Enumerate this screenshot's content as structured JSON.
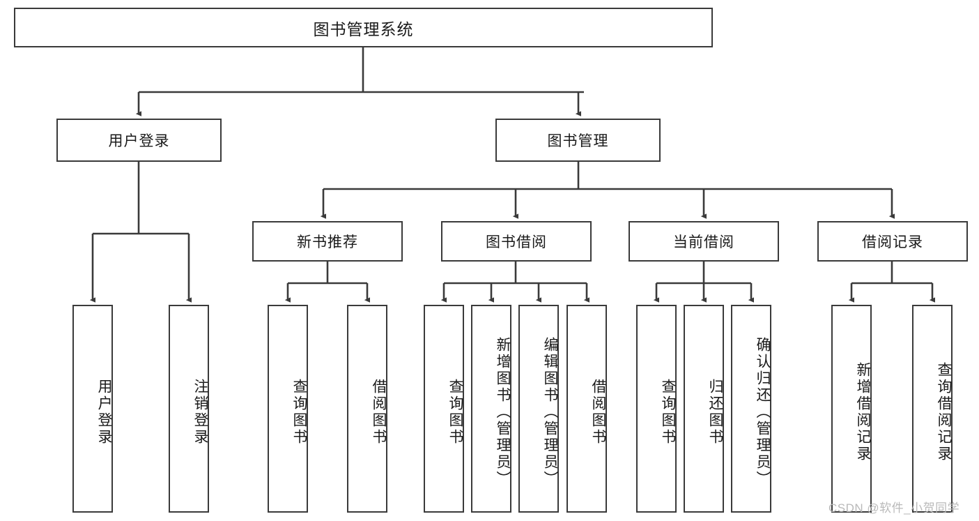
{
  "diagram": {
    "type": "tree-hierarchy",
    "root": {
      "label": "图书管理系统"
    },
    "level2": [
      {
        "label": "用户登录"
      },
      {
        "label": "图书管理"
      }
    ],
    "level3": [
      {
        "label": "新书推荐"
      },
      {
        "label": "图书借阅"
      },
      {
        "label": "当前借阅"
      },
      {
        "label": "借阅记录"
      }
    ],
    "leaves": {
      "user_login": [
        {
          "label": "用户登录"
        },
        {
          "label": "注销登录"
        }
      ],
      "new_book_recommend": [
        {
          "label": "查询图书"
        },
        {
          "label": "借阅图书"
        }
      ],
      "book_borrow": [
        {
          "label": "查询图书"
        },
        {
          "label": "新增图书（管理员）"
        },
        {
          "label": "编辑图书（管理员）"
        },
        {
          "label": "借阅图书"
        }
      ],
      "current_borrow": [
        {
          "label": "查询图书"
        },
        {
          "label": "归还图书"
        },
        {
          "label": "确认归还（管理员）"
        }
      ],
      "borrow_record": [
        {
          "label": "新增借阅记录"
        },
        {
          "label": "查询借阅记录"
        }
      ]
    }
  },
  "watermark": {
    "text": "CSDN @软件_小贺同学"
  },
  "colors": {
    "border": "#3a3a3a",
    "background": "#ffffff",
    "text": "#1a1a1a",
    "watermark": "#b9b9b9"
  }
}
